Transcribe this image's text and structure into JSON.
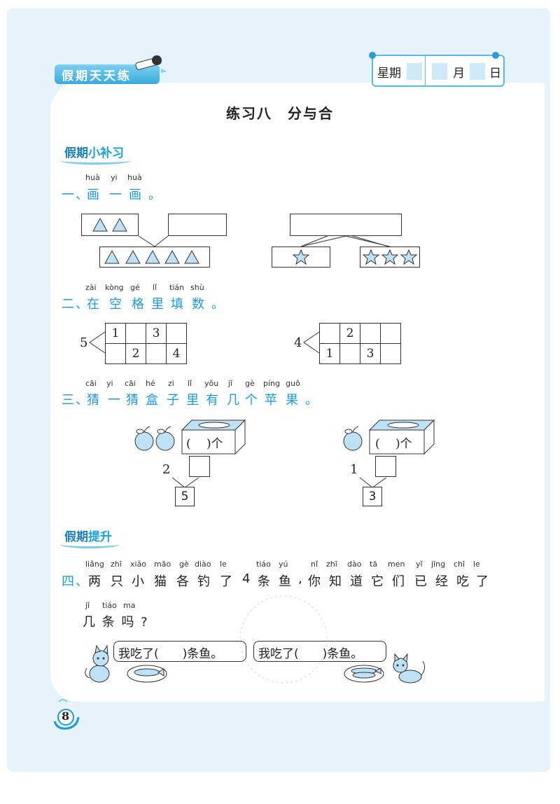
{
  "header": {
    "badge": "假期天天练",
    "weekday_label": "星期",
    "month_label": "月",
    "day_label": "日"
  },
  "title": "练习八　分与合",
  "section1": {
    "prefix": "假期",
    "suffix": "小补习"
  },
  "q1": {
    "pinyin": [
      "huà",
      "yi",
      "huà"
    ],
    "number": "一、",
    "text": [
      "画",
      "一",
      "画",
      "。"
    ]
  },
  "q2": {
    "pinyin": [
      "zài",
      "kòng",
      "gé",
      "lǐ",
      "tián",
      "shù"
    ],
    "number": "二、",
    "text": [
      "在",
      "空",
      "格",
      "里",
      "填",
      "数",
      "。"
    ],
    "left": {
      "total": "5",
      "top": [
        "1",
        "",
        "3",
        ""
      ],
      "bottom": [
        "",
        "2",
        "",
        "4"
      ]
    },
    "right": {
      "total": "4",
      "top": [
        "",
        "2",
        "",
        ""
      ],
      "bottom": [
        "1",
        "",
        "3",
        ""
      ]
    }
  },
  "q3": {
    "pinyin": [
      "cāi",
      "yi",
      "cāi",
      "hé",
      "zi",
      "lǐ",
      "yǒu",
      "jǐ",
      "gè",
      "píng",
      "guǒ"
    ],
    "number": "三、",
    "text": [
      "猜",
      "一",
      "猜",
      "盒",
      "子",
      "里",
      "有",
      "几",
      "个",
      "苹",
      "果",
      "。"
    ],
    "left": {
      "box_text": "(　 )个",
      "known": "2",
      "total": "5"
    },
    "right": {
      "box_text": "(　 )个",
      "known": "1",
      "total": "3"
    }
  },
  "section2": {
    "prefix": "假期",
    "suffix": "提升"
  },
  "q4": {
    "pinyin_line1": [
      "liǎng",
      "zhī",
      "xiǎo",
      "māo",
      "gè",
      "diào",
      "le",
      "tiáo",
      "yú",
      "nǐ",
      "zhī",
      "dào",
      "tā",
      "men",
      "yǐ",
      "jīng",
      "chī",
      "le"
    ],
    "number": "四、",
    "line1": [
      "两",
      "只",
      "小",
      "猫",
      "各",
      "钓",
      "了",
      "4",
      "条",
      "鱼",
      ",",
      "你",
      "知",
      "道",
      "它",
      "们",
      "已",
      "经",
      "吃",
      "了"
    ],
    "pinyin_line2": [
      "jǐ",
      "tiáo",
      "ma"
    ],
    "line2": "几 条 吗 ?",
    "bubble_left": "我吃了(　　)条鱼。",
    "bubble_right": "我吃了(　　)条鱼。"
  },
  "page_number": "8",
  "colors": {
    "accent": "#1d9bd6",
    "panel": "#e6f3fb",
    "shape_fill": "#bfe1f5"
  }
}
